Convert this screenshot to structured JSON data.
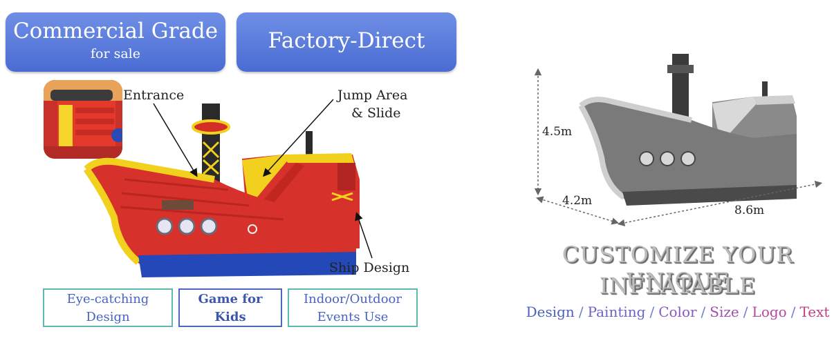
{
  "banners": {
    "commercial": {
      "line1": "Commercial Grade",
      "line2": "for sale"
    },
    "factory": {
      "label": "Factory-Direct"
    }
  },
  "callouts": {
    "entrance": "Entrance",
    "jump_line1": "Jump Area",
    "jump_line2": "& Slide",
    "ship": "Ship Design"
  },
  "features": [
    {
      "line1": "Eye-catching",
      "line2": "Design"
    },
    {
      "line1": "Game for",
      "line2": "Kids"
    },
    {
      "line1": "Indoor/Outdoor",
      "line2": "Events Use"
    }
  ],
  "dimensions": {
    "height": "4.5m",
    "depth": "4.2m",
    "length": "8.6m"
  },
  "customize": {
    "line1": "CUSTOMIZE YOUR UNIQUE",
    "line2": "INFLATABLE",
    "options": [
      {
        "text": "Design",
        "color": "#4a5fbf"
      },
      {
        "text": "Painting",
        "color": "#6a63c9"
      },
      {
        "text": "Color",
        "color": "#8a58bf"
      },
      {
        "text": "Size",
        "color": "#a24fb0"
      },
      {
        "text": "Logo",
        "color": "#b8469f"
      },
      {
        "text": "Text",
        "color": "#c33e83"
      }
    ],
    "separator": "/"
  },
  "colors": {
    "banner": "#5a7bdc",
    "ship_red": "#d7312b",
    "ship_yellow": "#f2d01e",
    "ship_blue": "#2448b8",
    "feature_border": "#5fb8b0"
  }
}
